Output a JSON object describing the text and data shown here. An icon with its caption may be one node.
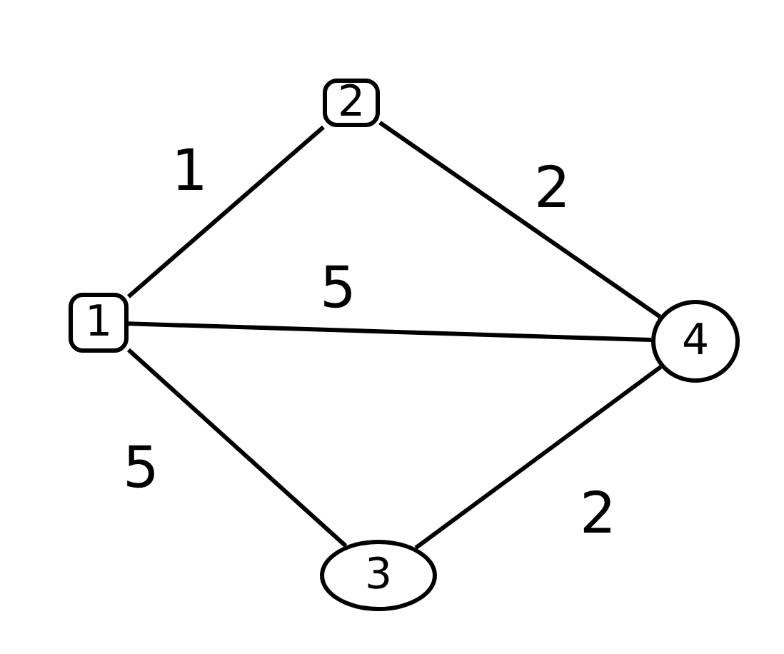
{
  "diagram": {
    "nodes": [
      {
        "text": [
          "1"
        ]
      },
      {
        "text": [
          "2"
        ]
      },
      {
        "text": [
          "3"
        ]
      },
      {
        "text": [
          "4"
        ]
      }
    ],
    "edges": [
      {
        "from": 0,
        "to": 1,
        "arrow": "none",
        "label": "1"
      },
      {
        "from": 1,
        "to": 3,
        "arrow": "none",
        "label": "2"
      },
      {
        "from": 0,
        "to": 3,
        "arrow": "none",
        "label": "5"
      },
      {
        "from": 0,
        "to": 2,
        "arrow": "none",
        "label": "5"
      },
      {
        "from": 2,
        "to": 3,
        "arrow": "none",
        "label": "2"
      }
    ]
  }
}
